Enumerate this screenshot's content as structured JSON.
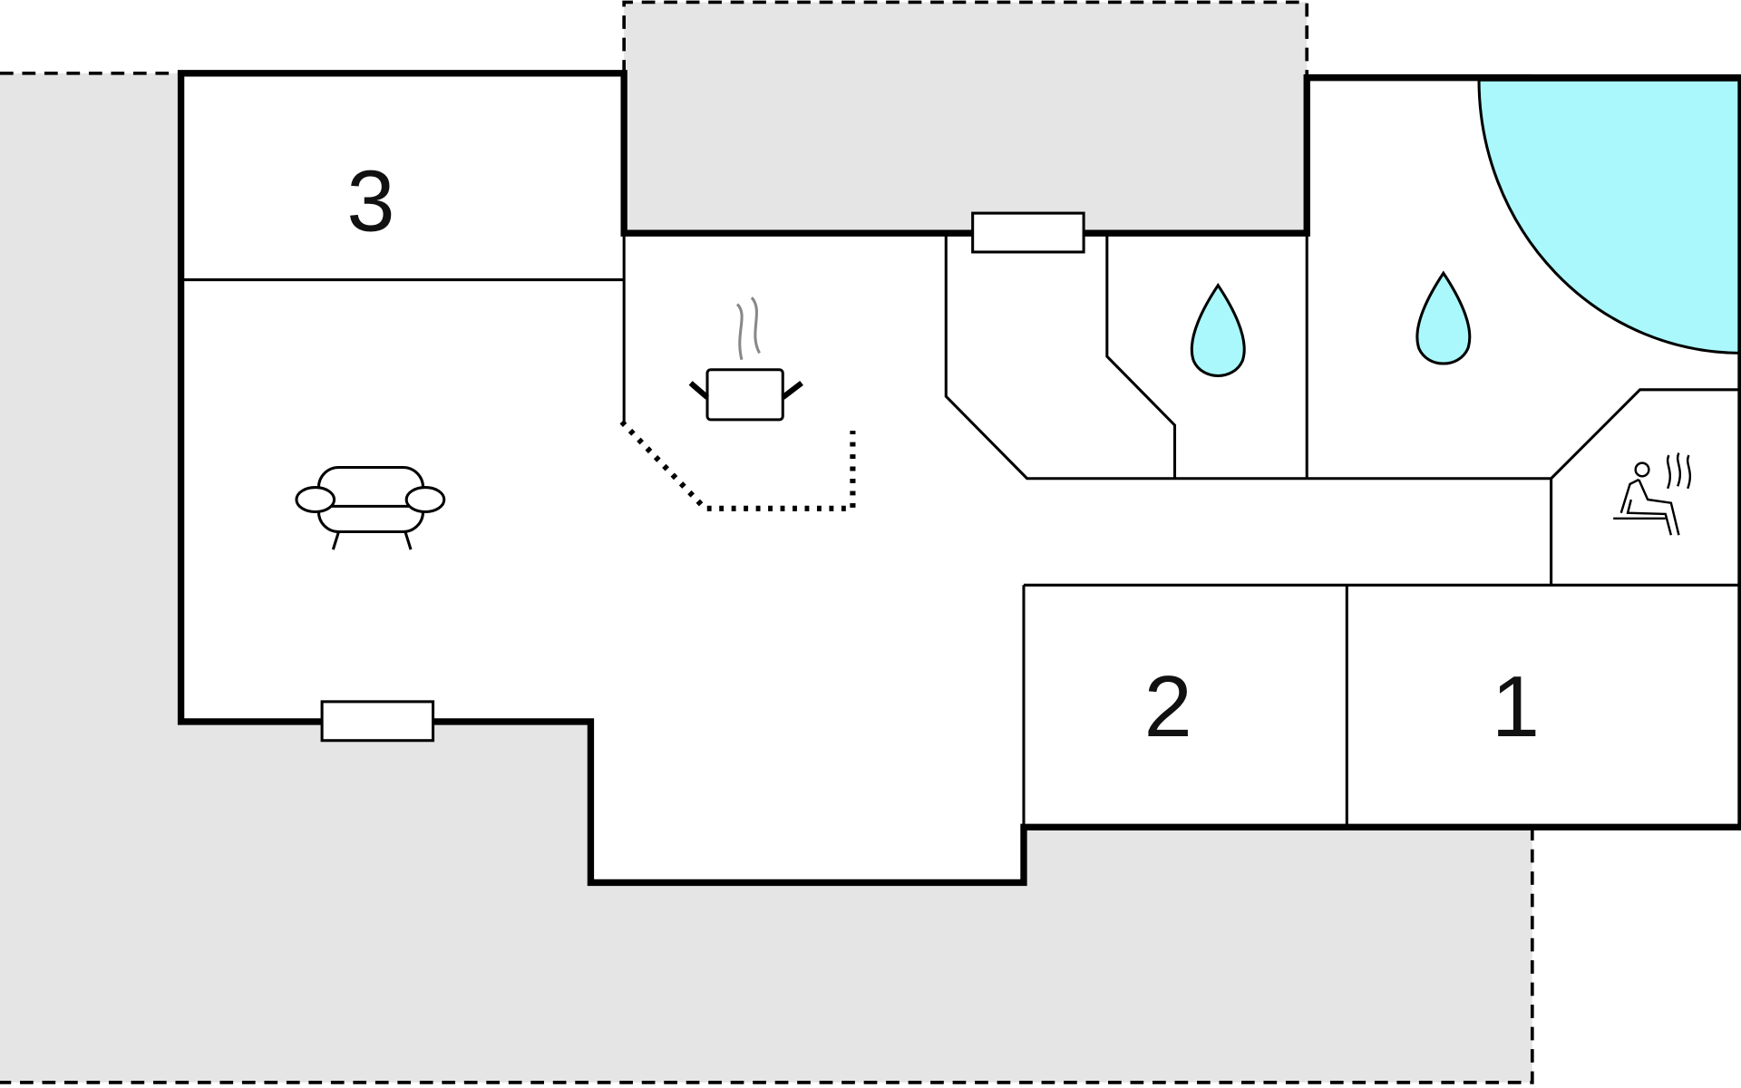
{
  "floorplan": {
    "rooms": [
      {
        "label": "3",
        "type": "bedroom"
      },
      {
        "label": "2",
        "type": "bedroom"
      },
      {
        "label": "1",
        "type": "bedroom"
      }
    ],
    "icons": [
      "sofa-icon",
      "cooking-pot-icon",
      "water-drop-icon",
      "water-drop-icon",
      "sauna-icon"
    ],
    "colors": {
      "terrace": "#e5e5e5",
      "pool": "#aaf8fb",
      "wall": "#000000"
    }
  }
}
